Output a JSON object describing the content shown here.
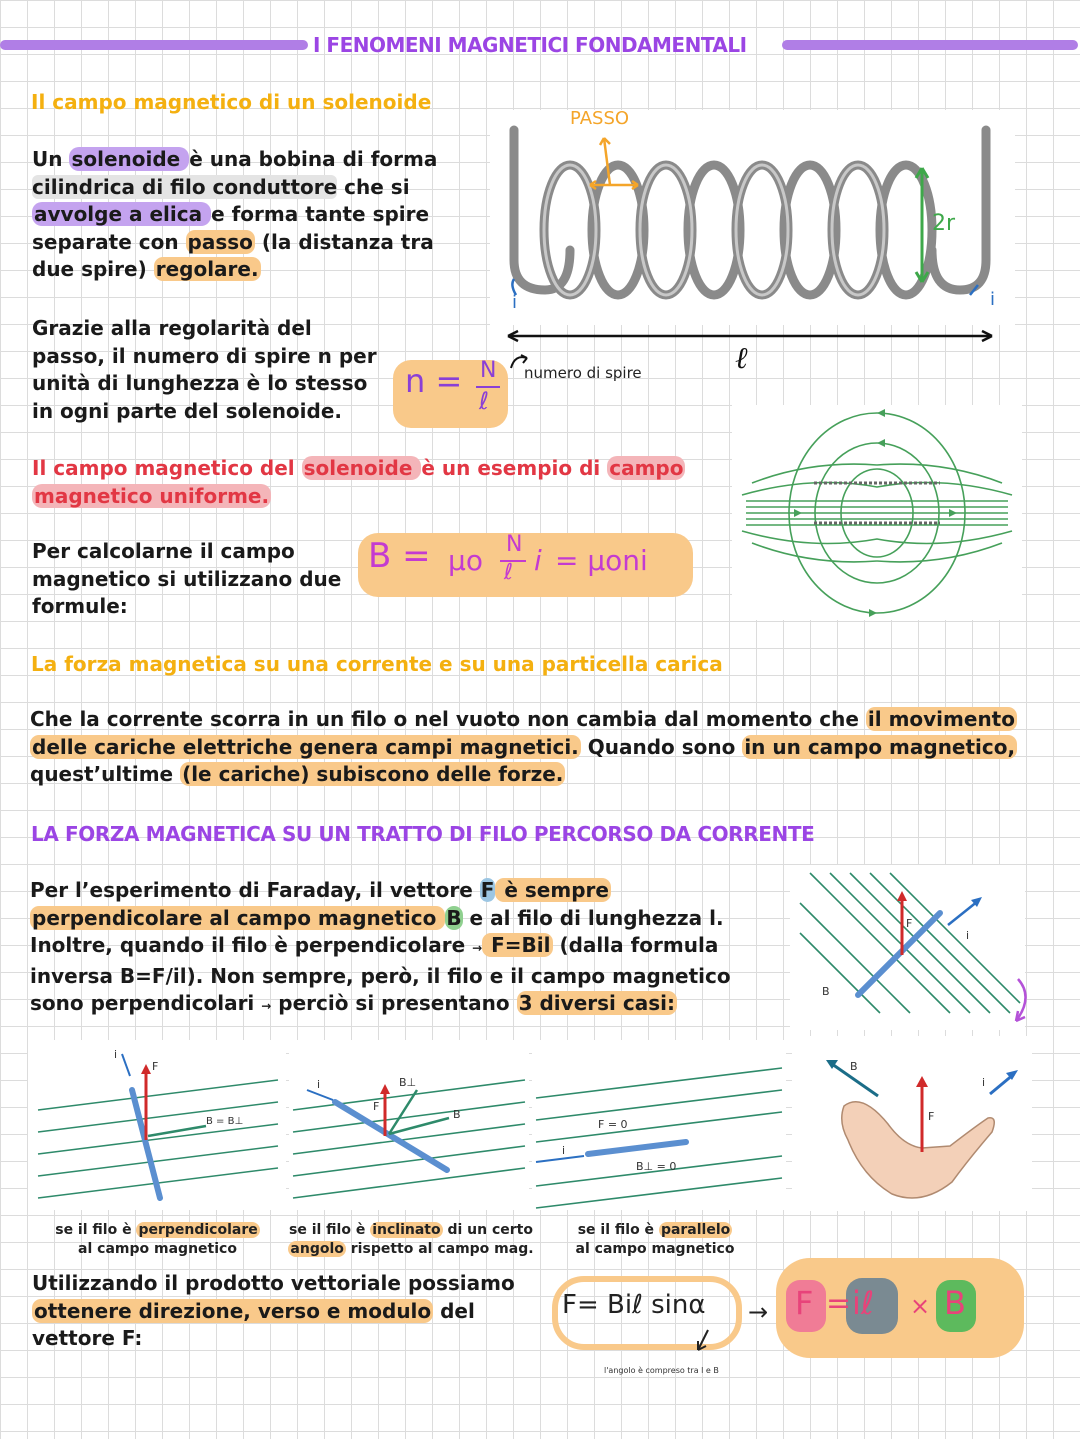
{
  "title": "I FENOMENI MAGNETICI FONDAMENTALI",
  "section1": {
    "heading": "Il campo magnetico di un solenoide",
    "p1": [
      "Un ",
      "solenoide ",
      "è una bobina di forma",
      "cilindrica di filo conduttore",
      " che si",
      "avvolge a elica ",
      "e forma tante spire",
      "separate con ",
      "passo",
      " (la distanza tra",
      "due spire) ",
      "regolare."
    ],
    "p2": [
      "Grazie alla regolarità del",
      "passo, il numero di spire n per",
      "unità di lunghezza è lo stesso",
      "in ogni parte del solenoide."
    ],
    "formula_n": [
      "n =",
      "N",
      "ℓ"
    ],
    "numero_note": "numero di spire",
    "solenoid": {
      "passo_label": "PASSO",
      "radius_label": "2r",
      "current_label": "i",
      "length_label": "ℓ"
    },
    "p3": [
      "Il campo magnetico del ",
      "solenoide ",
      "è un esempio di ",
      "campo",
      "magnetico uniforme."
    ],
    "p4": [
      "Per calcolarne il campo",
      "magnetico si utilizzano due",
      "formule:"
    ],
    "formula_B": [
      "B =",
      "μo",
      "N",
      "ℓ",
      "i",
      "= μoni"
    ]
  },
  "section2": {
    "heading": "La forza magnetica su una corrente e su una particella carica",
    "p": [
      "Che la corrente scorra in un filo o nel vuoto non cambia dal momento che ",
      "il movimento",
      "delle cariche elettriche genera campi magnetici.",
      " Quando sono ",
      "in un campo magnetico,",
      "quest’ultime ",
      "(le cariche) subiscono delle forze."
    ]
  },
  "section3": {
    "heading": "LA FORZA MAGNETICA SU UN TRATTO DI FILO PERCORSO DA CORRENTE",
    "p": [
      "Per l’esperimento di Faraday, il vettore ",
      "F",
      " è sempre",
      "perpendicolare al campo magnetico ",
      "B",
      " e al filo di lunghezza l.",
      "Inoltre, quando il filo è perpendicolare ",
      "→",
      " F=Bil",
      " (dalla formula",
      "inversa B=F/il). Non sempre, però, il filo e il campo magnetico",
      "sono perpendicolari ",
      "→",
      " perciò si presentano ",
      "3 diversi casi:"
    ],
    "diagram_labels": {
      "F": "F",
      "B": "B",
      "i": "i",
      "B_eq": "B = B⊥",
      "B_perp": "B⊥",
      "F0": "F = 0",
      "Bperp0": "B⊥ = 0"
    },
    "captions": [
      [
        "se il filo è ",
        "perpendicolare",
        "al campo magnetico"
      ],
      [
        "se il filo è ",
        "inclinato",
        " di un certo",
        "angolo",
        " rispetto al campo mag."
      ],
      [
        "se il filo è ",
        "parallelo",
        "al campo magnetico"
      ]
    ],
    "p_final": [
      "Utilizzando il prodotto vettoriale possiamo",
      "ottenere direzione, verso e modulo",
      " del",
      "vettore F:"
    ],
    "formula_F": "F= Biℓ sinα",
    "angle_note": "l'angolo è compreso tra l e B",
    "vector_formula": [
      "F",
      "=",
      "iℓ",
      "×",
      "B"
    ],
    "arrow": "→"
  },
  "colors": {
    "purple": "#9b45e4",
    "yellow": "#f4b010",
    "red": "#e23744",
    "green": "#3a9a4a",
    "orange": "#f9c98a"
  }
}
